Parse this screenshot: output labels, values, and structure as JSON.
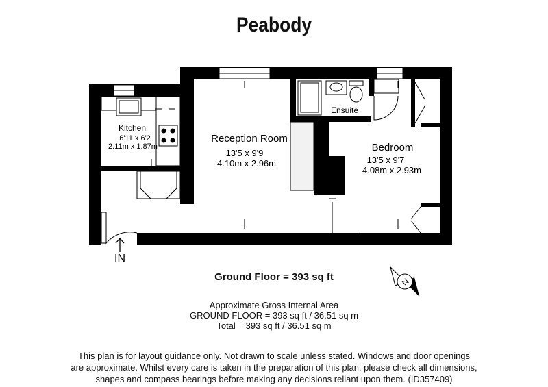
{
  "title": "Peabody",
  "rooms": {
    "kitchen": {
      "name": "Kitchen",
      "dim_imperial": "6'11 x 6'2",
      "dim_metric": "2.11m x 1.87m"
    },
    "reception": {
      "name": "Reception Room",
      "dim_imperial": "13'5 x 9'9",
      "dim_metric": "4.10m x 2.96m"
    },
    "bedroom": {
      "name": "Bedroom",
      "dim_imperial": "13'5 x 9'7",
      "dim_metric": "4.08m x 2.93m"
    },
    "ensuite": {
      "name": "Ensuite"
    }
  },
  "entrance_label": "IN",
  "compass_letter": "N",
  "floor_summary": "Ground Floor = 393 sq ft",
  "area": {
    "heading": "Approximate Gross Internal Area",
    "ground_floor": "GROUND FLOOR = 393 sq ft / 36.51 sq m",
    "total": "Total = 393 sq ft / 36.51 sq m"
  },
  "disclaimer": {
    "line1": "This plan is for layout guidance only. Not drawn to scale unless stated. Windows and door openings",
    "line2": "are approximate. Whilst every care is taken in the preparation of this plan, please check all dimensions,",
    "line3": "shapes and compass bearings before making any decisions reliant upon them. (ID357409)"
  },
  "colors": {
    "wall": "#000000",
    "fixture_fill": "#f2f2f2",
    "background": "#ffffff"
  }
}
